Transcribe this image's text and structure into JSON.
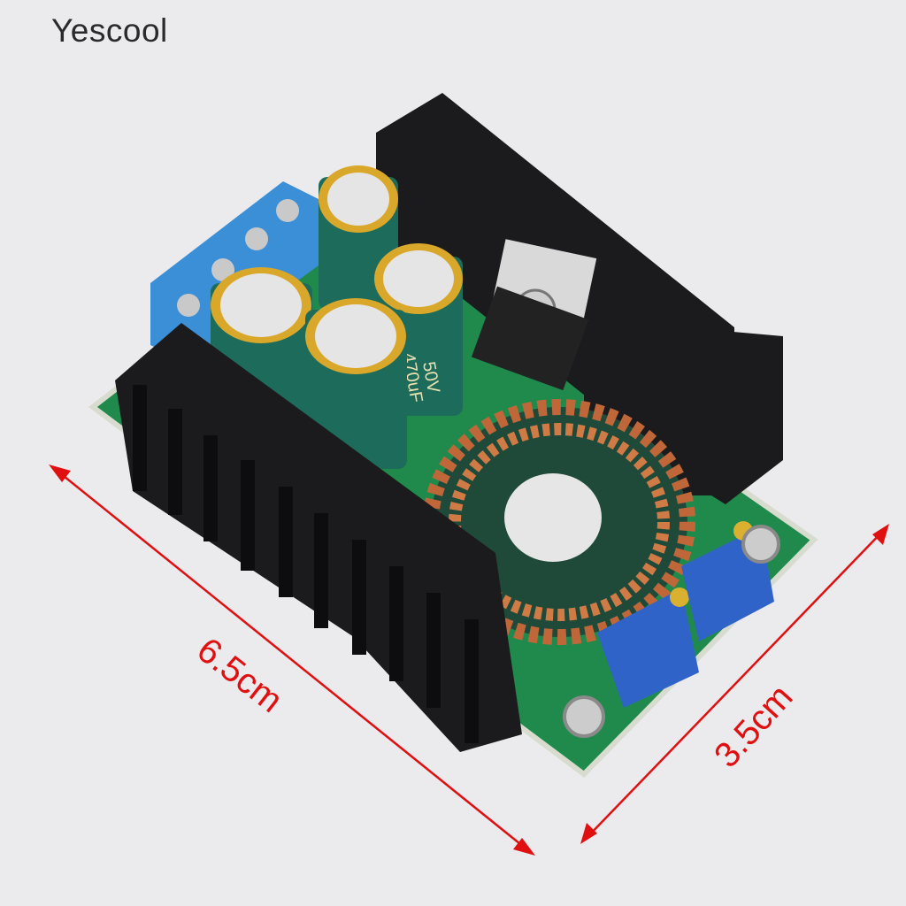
{
  "watermark": "Yescool",
  "dimensions": {
    "length_label": "6.5cm",
    "width_label": "3.5cm"
  },
  "component_markings": {
    "capacitor_value": "470uF",
    "capacitor_voltage": "50V"
  },
  "colors": {
    "background": "#ebebee",
    "pcb": "#1f8a4c",
    "heatsink": "#1b1b1d",
    "capacitor": "#1d6b5a",
    "copper": "#c0673a",
    "terminal": "#3b8fd6",
    "trimpot": "#2f63c8",
    "dimension_line": "#e01010"
  }
}
